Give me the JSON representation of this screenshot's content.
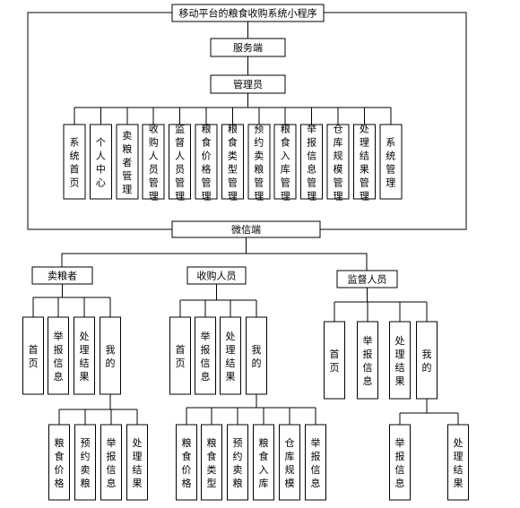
{
  "title": "移动平台的粮食收购系统小程序",
  "server": "服务端",
  "admin": "管理员",
  "admin_modules": [
    "系统首页",
    "个人中心",
    "卖粮者管理",
    "收购人员管理",
    "监督人员管理",
    "粮食价格管理",
    "粮食类型管理",
    "预约卖粮管理",
    "粮食入库管理",
    "举报信息管理",
    "仓库规模管理",
    "处理结果管理",
    "系统管理"
  ],
  "wechat": "微信端",
  "roles": [
    {
      "name": "卖粮者",
      "menu": [
        "首页",
        "举报信息",
        "处理结果",
        "我的"
      ],
      "mine": [
        "粮食价格",
        "预约卖粮",
        "举报信息",
        "处理结果"
      ]
    },
    {
      "name": "收购人员",
      "menu": [
        "首页",
        "举报信息",
        "处理结果",
        "我的"
      ],
      "mine": [
        "粮食价格",
        "粮食类型",
        "预约卖粮",
        "粮食入库",
        "仓库规模",
        "举报信息"
      ]
    },
    {
      "name": "监督人员",
      "menu": [
        "首页",
        "举报信息",
        "处理结果",
        "我的"
      ],
      "mine": [
        "举报信息",
        "处理结果"
      ]
    }
  ]
}
